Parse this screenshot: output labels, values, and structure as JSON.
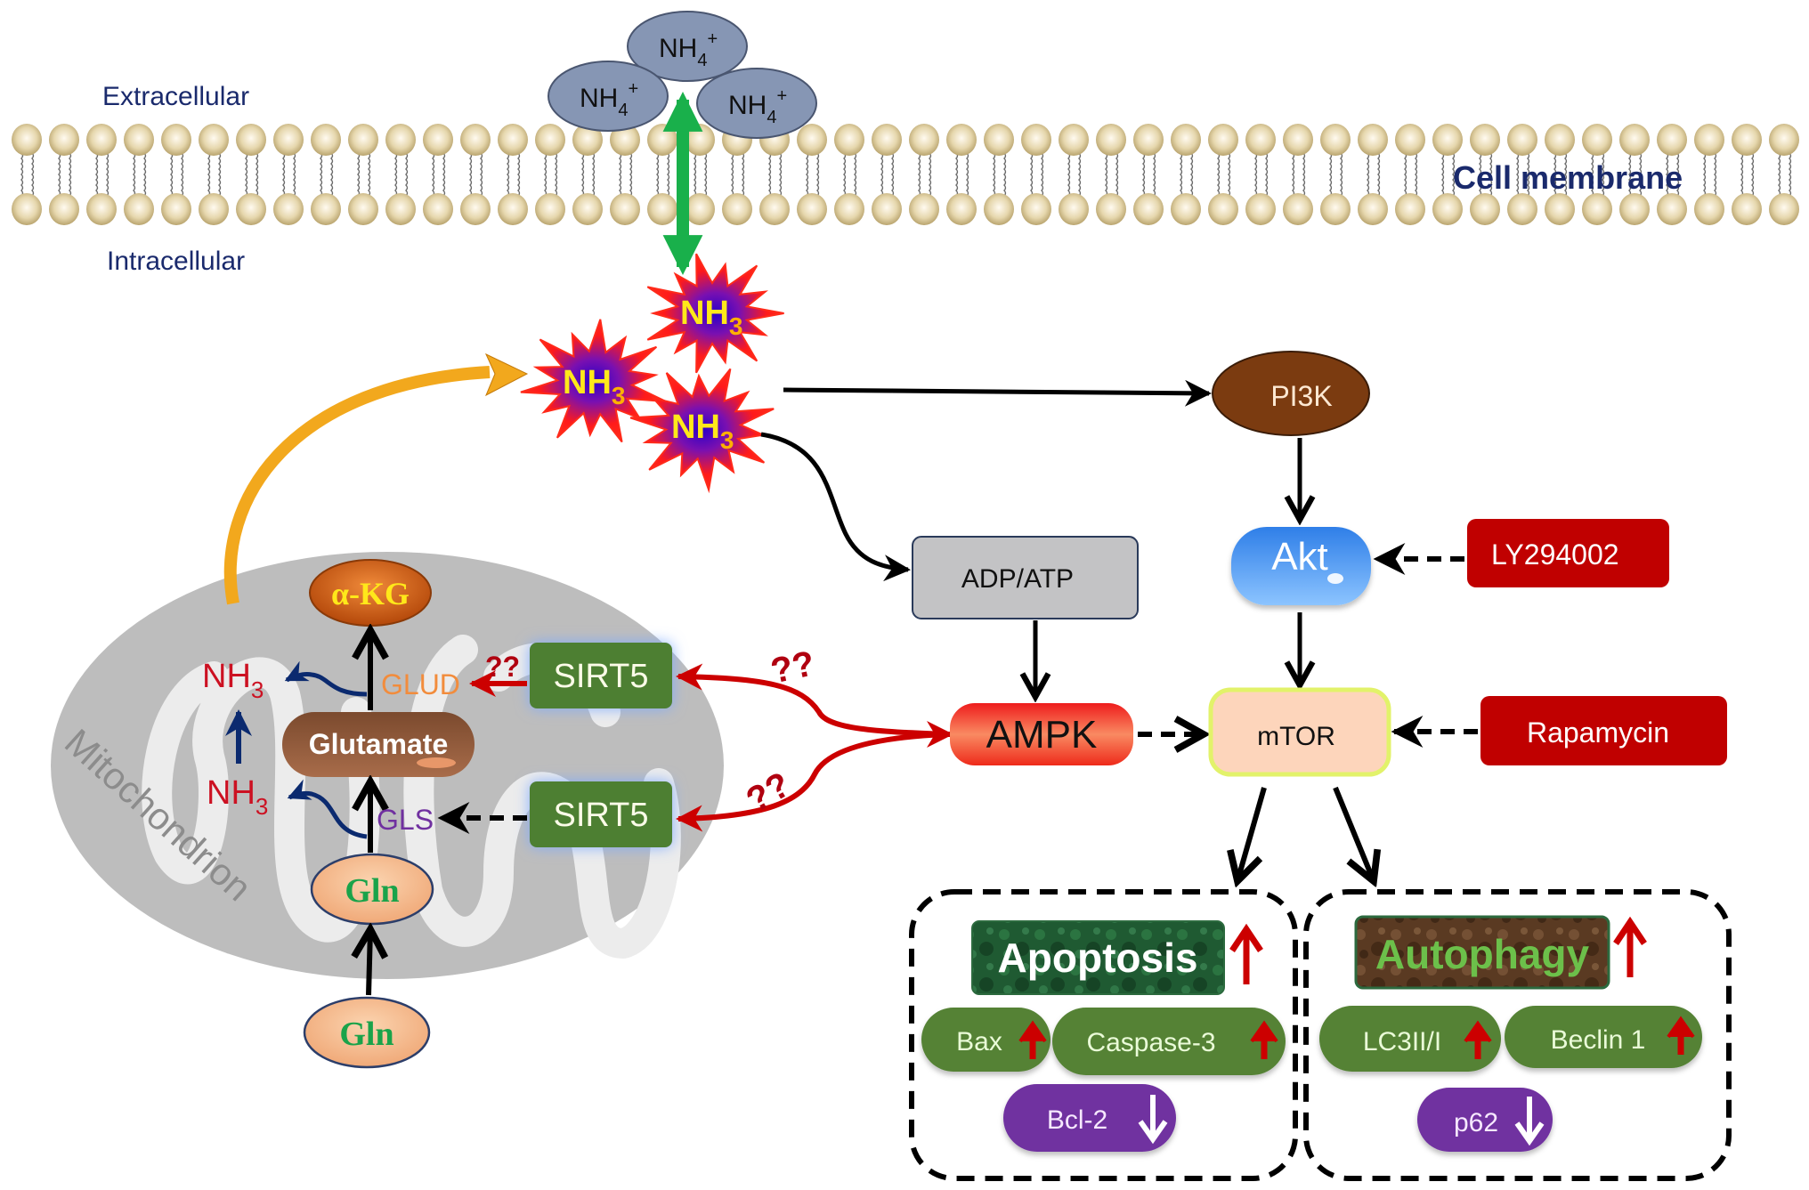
{
  "labels": {
    "extracellular": "Extracellular",
    "intracellular": "Intracellular",
    "cell_membrane": "Cell membrane",
    "mitochondrion": "Mitochondrion"
  },
  "ammonium": {
    "base": "NH",
    "sub": "4",
    "sup": "+",
    "count": 3
  },
  "ammonia": {
    "base": "NH",
    "sub": "3"
  },
  "mito_nodes": {
    "akg": "α-KG",
    "glutamate": "Glutamate",
    "gln_inner": "Gln",
    "gln_outer": "Gln",
    "glud": "GLUD",
    "gls": "GLS",
    "nh3_upper": "NH",
    "nh3_lower": "NH",
    "nh3_sub": "3"
  },
  "sirt5": {
    "top": "SIRT5",
    "bottom": "SIRT5"
  },
  "question_marks": {
    "glud": "??",
    "upper": "??",
    "lower": "??"
  },
  "signaling": {
    "pi3k": "PI3K",
    "akt": "Akt",
    "ly294002": "LY294002",
    "adp_atp": "ADP/ATP",
    "ampk": "AMPK",
    "mtor": "mTOR",
    "rapamycin": "Rapamycin"
  },
  "outcomes": {
    "apoptosis": {
      "title": "Apoptosis",
      "trend": "up",
      "markers": [
        {
          "label": "Bax",
          "trend": "up"
        },
        {
          "label": "Caspase-3",
          "trend": "up"
        },
        {
          "label": "Bcl-2",
          "trend": "down"
        }
      ]
    },
    "autophagy": {
      "title": "Autophagy",
      "trend": "up",
      "markers": [
        {
          "label": "LC3II/I",
          "trend": "up"
        },
        {
          "label": "Beclin 1",
          "trend": "up"
        },
        {
          "label": "p62",
          "trend": "down"
        }
      ]
    }
  },
  "colors": {
    "membrane_head": "#d8c79a",
    "membrane_text": "#1a2a6c",
    "ammonium_fill": "#8696b4",
    "green_arrow": "#19b04b",
    "star_red": "#ff1a1a",
    "star_purple": "#6a0dad",
    "star_text": "#ffe81a",
    "orange_arrow": "#f2a81d",
    "pi3k": "#7b3b10",
    "akt": "#3f8ff0",
    "inhibitor_red": "#c00000",
    "adp_atp_fill": "#c3c3c5",
    "ampk": "#f04a2a",
    "mtor_fill": "#fdd5bb",
    "mtor_border": "#e2f26a",
    "mito_fill": "#bdbdbd",
    "sirt5": "#4e7f31",
    "marker_green": "#548235",
    "marker_purple": "#7030a0",
    "trend_up": "#cc0000",
    "nh3_red": "#cc1122",
    "navy_arrow": "#0b2a6f",
    "glud_text": "#f28c3c",
    "gls_text": "#7030a0",
    "gln_text": "#1aa34a",
    "gln_fill": "#f6be93",
    "akg_fill": "#d9661a",
    "akg_text": "#ffe81a",
    "glutamate_fill": "#8f5a3a"
  }
}
